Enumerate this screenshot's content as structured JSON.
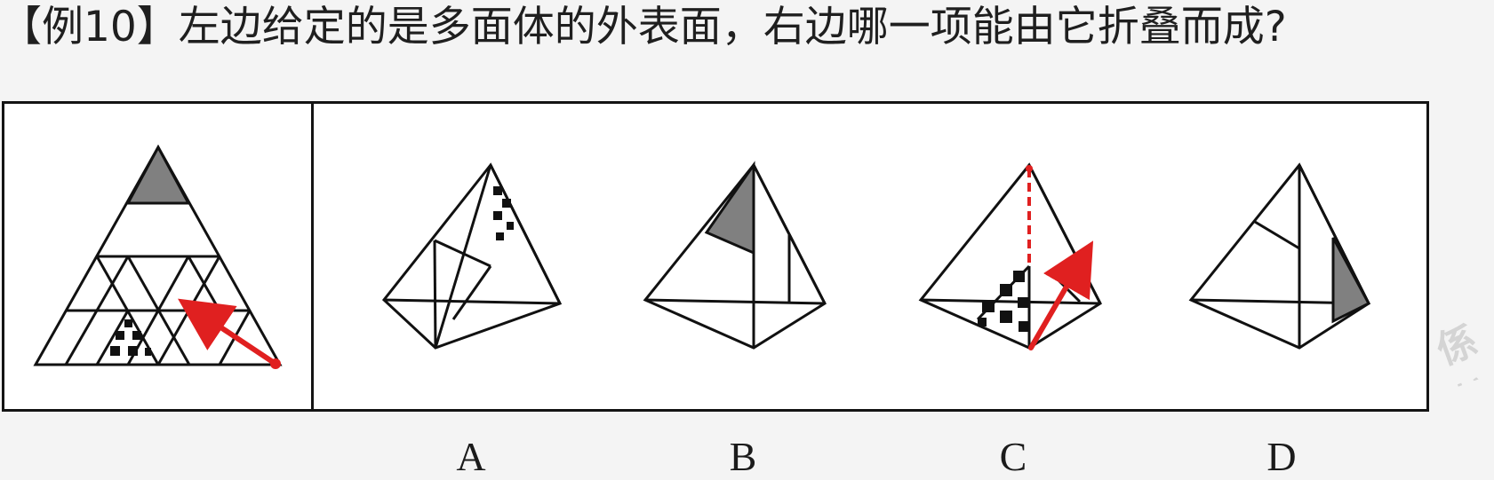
{
  "question": {
    "text": "【例10】左边给定的是多面体的外表面，右边哪一项能由它折叠而成?"
  },
  "options": [
    "A",
    "B",
    "C",
    "D"
  ],
  "watermark": {
    "text": "係核"
  },
  "colors": {
    "line": "#111111",
    "gray_face": "#808080",
    "annotation_red": "#e02020",
    "background": "#f4f4f4"
  }
}
